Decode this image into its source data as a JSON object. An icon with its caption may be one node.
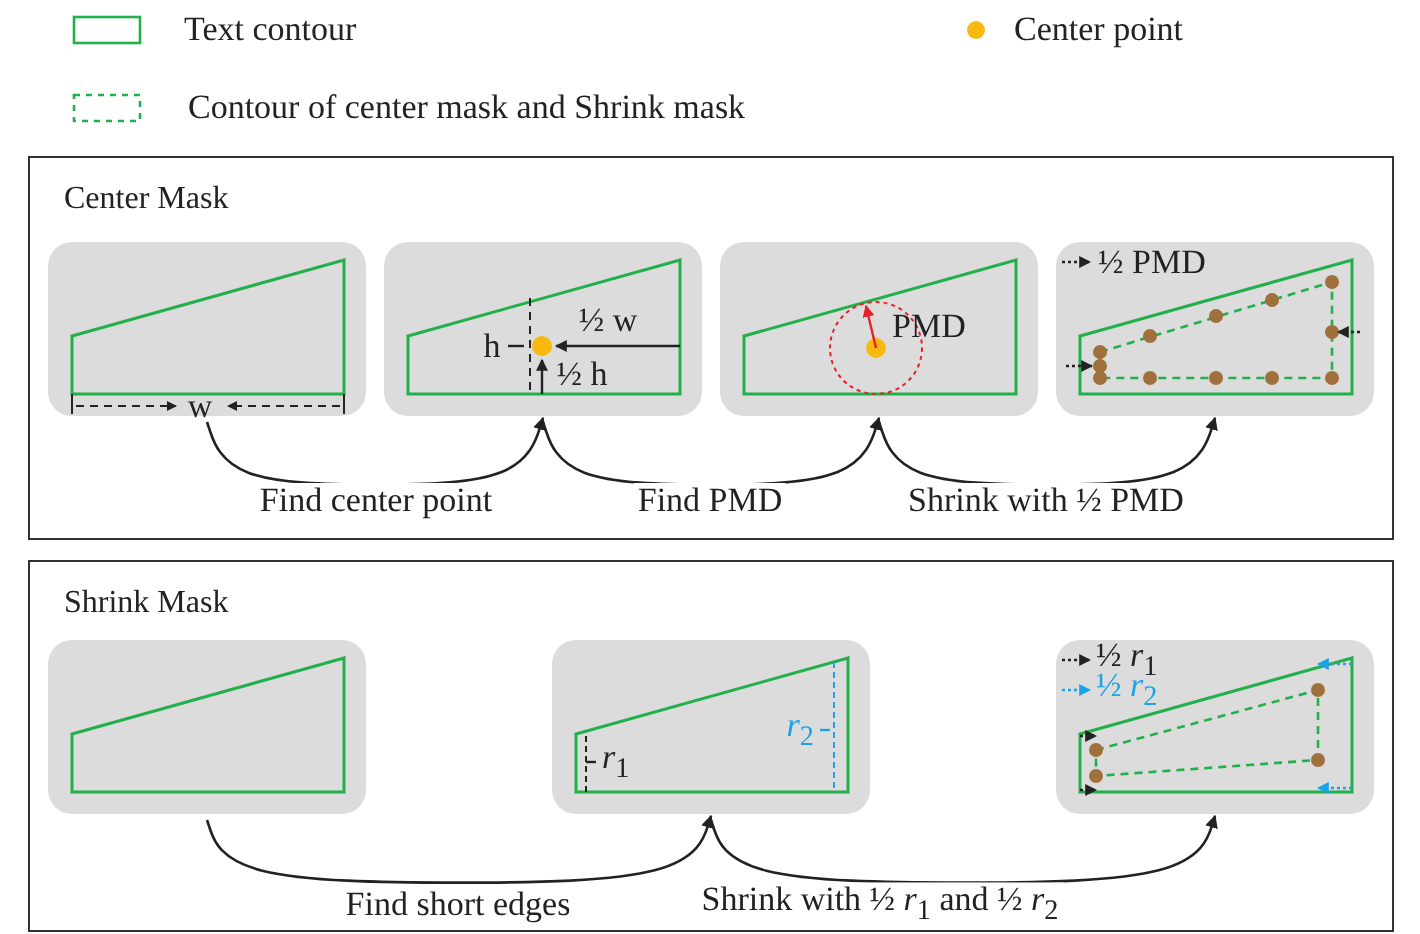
{
  "diagram": {
    "nodes": [
      {
        "text": [
          "Center Mask"
        ]
      },
      {
        "text": [
          "w"
        ],
        "in": 0
      },
      {
        "text": [
          "h",
          "½ w",
          "½ h"
        ],
        "in": 0
      },
      {
        "text": [
          "PMD"
        ],
        "in": 0
      },
      {
        "text": [
          "½ PMD"
        ],
        "in": 0
      },
      {
        "text": [
          "Shrink Mask"
        ]
      },
      {
        "text": [],
        "shape": "box",
        "in": 5
      },
      {
        "text": [
          "*r*$_{1}$",
          "*r*$_{2}$"
        ],
        "in": 5
      },
      {
        "text": [
          "½ *r*$_{1}$",
          "½ *r*$_{2}$"
        ],
        "in": 5
      }
    ],
    "edges": [
      {
        "from": 1,
        "to": 2,
        "arrow": "to",
        "label": "Find center point"
      },
      {
        "from": 2,
        "to": 3,
        "arrow": "to",
        "label": "Find PMD"
      },
      {
        "from": 3,
        "to": 4,
        "arrow": "to",
        "label": "Shrink with ½ PMD"
      },
      {
        "from": 6,
        "to": 7,
        "arrow": "to",
        "label": "Find short edges"
      },
      {
        "from": 7,
        "to": 8,
        "arrow": "to",
        "label": "Shrink with ½ *r*$_{1}$ and ½ *r*$_{2}$"
      }
    ],
    "legend": [
      {
        "text": "Text contour"
      },
      {
        "text": "Center point",
        "color": "#f7b90f"
      },
      {
        "text": "Contour of center mask and Shrink mask"
      }
    ]
  }
}
